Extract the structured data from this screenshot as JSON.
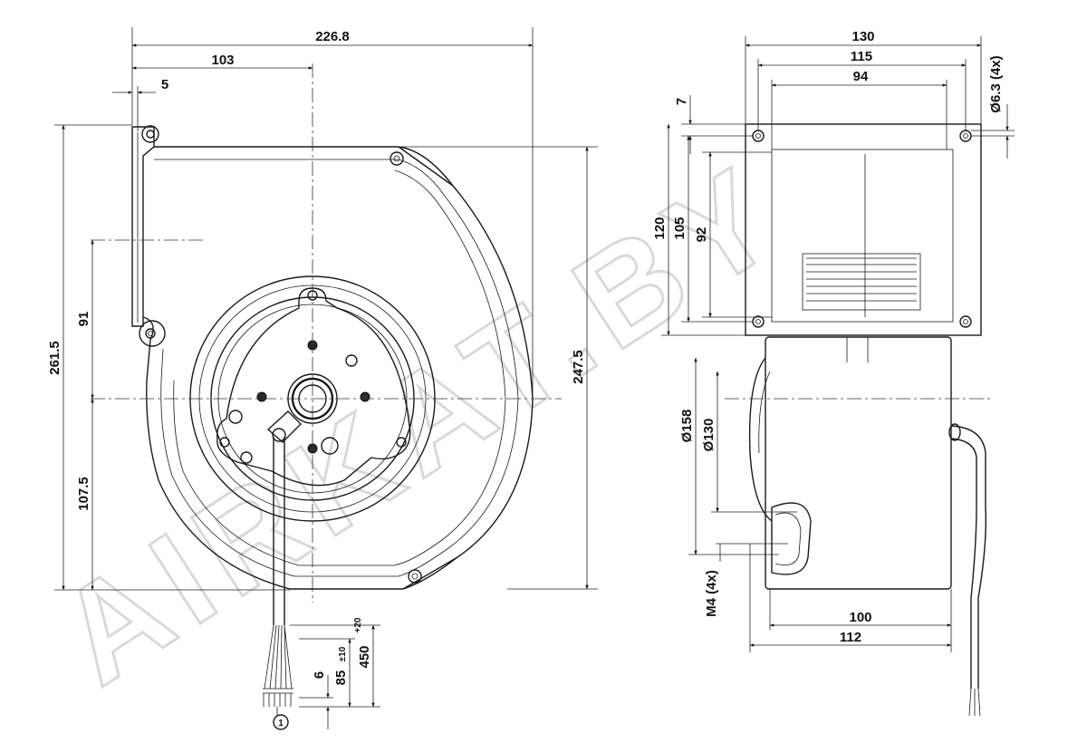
{
  "watermark": "AIRKAT.BY",
  "front_view": {
    "dims": {
      "overall_width": "226.8",
      "center_offset": "103",
      "flange": "5",
      "overall_height": "261.5",
      "height_right": "247.5",
      "upper_section": "91",
      "lower_section": "107.5"
    },
    "cable": {
      "length_main": "450",
      "length_main_tol": "+20",
      "strip_length": "85",
      "strip_length_tol": "±10",
      "end_length": "6",
      "callout_marker": "1"
    }
  },
  "side_view": {
    "dims": {
      "flange_width": "130",
      "hole_spacing_width": "115",
      "inner_width": "94",
      "edge_offset": "7",
      "hole_diameter": "Ø6.3 (4x)",
      "flange_height": "120",
      "hole_spacing_height": "105",
      "inner_height": "92",
      "housing_diameter": "Ø158",
      "motor_diameter": "Ø130",
      "thread": "M4 (4x)",
      "motor_length": "100",
      "overall_depth": "112"
    }
  }
}
